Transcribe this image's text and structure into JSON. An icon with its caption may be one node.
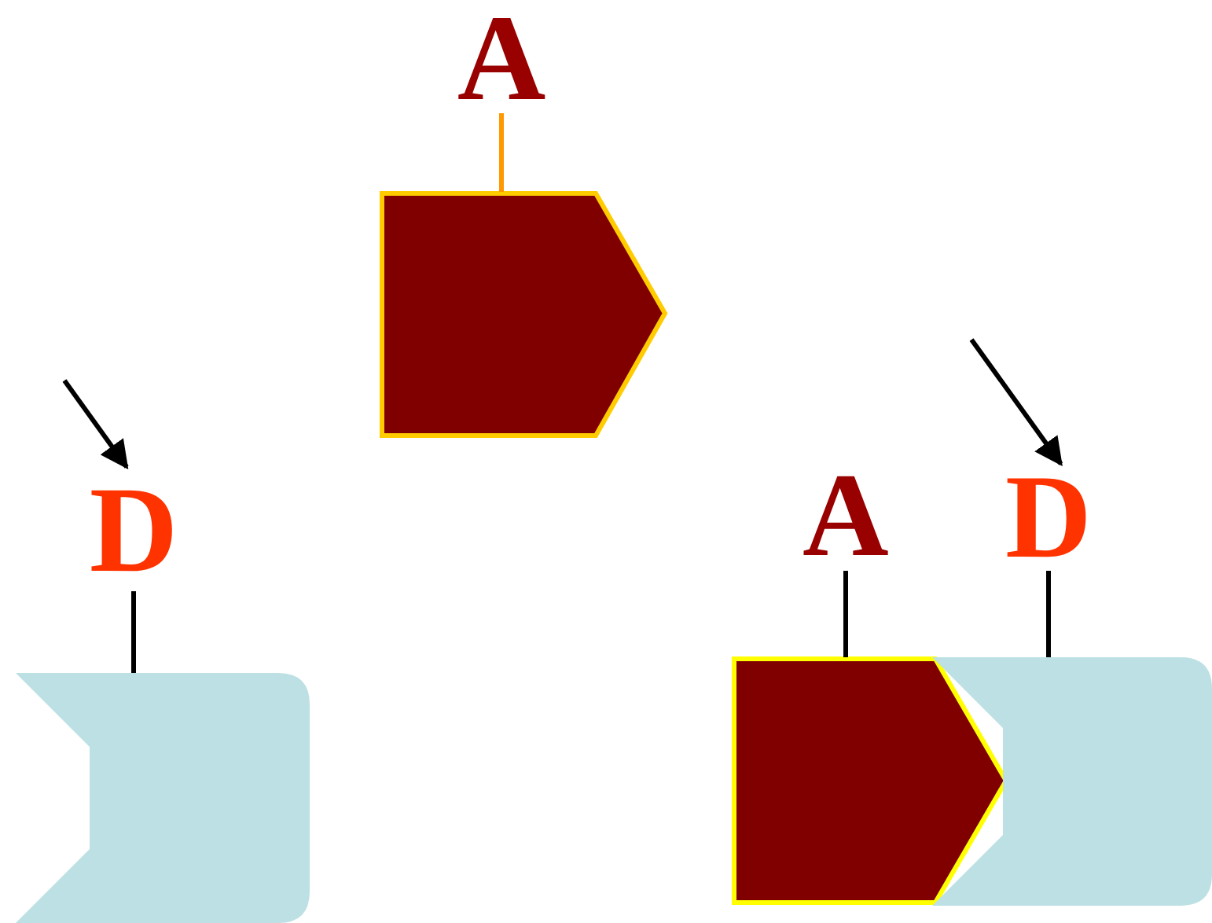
{
  "diagram": {
    "nodes": [
      {
        "text": [
          "A"
        ]
      },
      {
        "text": [],
        "shape": "pentagon"
      },
      {
        "text": [
          "D"
        ]
      },
      {
        "text": [],
        "shape": "box"
      },
      {
        "text": [
          "A"
        ]
      },
      {
        "text": [
          "D"
        ]
      },
      {
        "text": [],
        "shape": "pentagon"
      },
      {
        "text": [],
        "shape": "box"
      }
    ],
    "edges": [
      {
        "from": 0,
        "to": 1,
        "arrow": "none",
        "color": "#ff9900"
      },
      {
        "from": null,
        "to": 2,
        "arrow": "to"
      },
      {
        "from": 2,
        "to": 3,
        "arrow": "none"
      },
      {
        "from": null,
        "to": 5,
        "arrow": "to"
      },
      {
        "from": 4,
        "to": 6,
        "arrow": "none"
      },
      {
        "from": 5,
        "to": 7,
        "arrow": "none"
      }
    ]
  }
}
